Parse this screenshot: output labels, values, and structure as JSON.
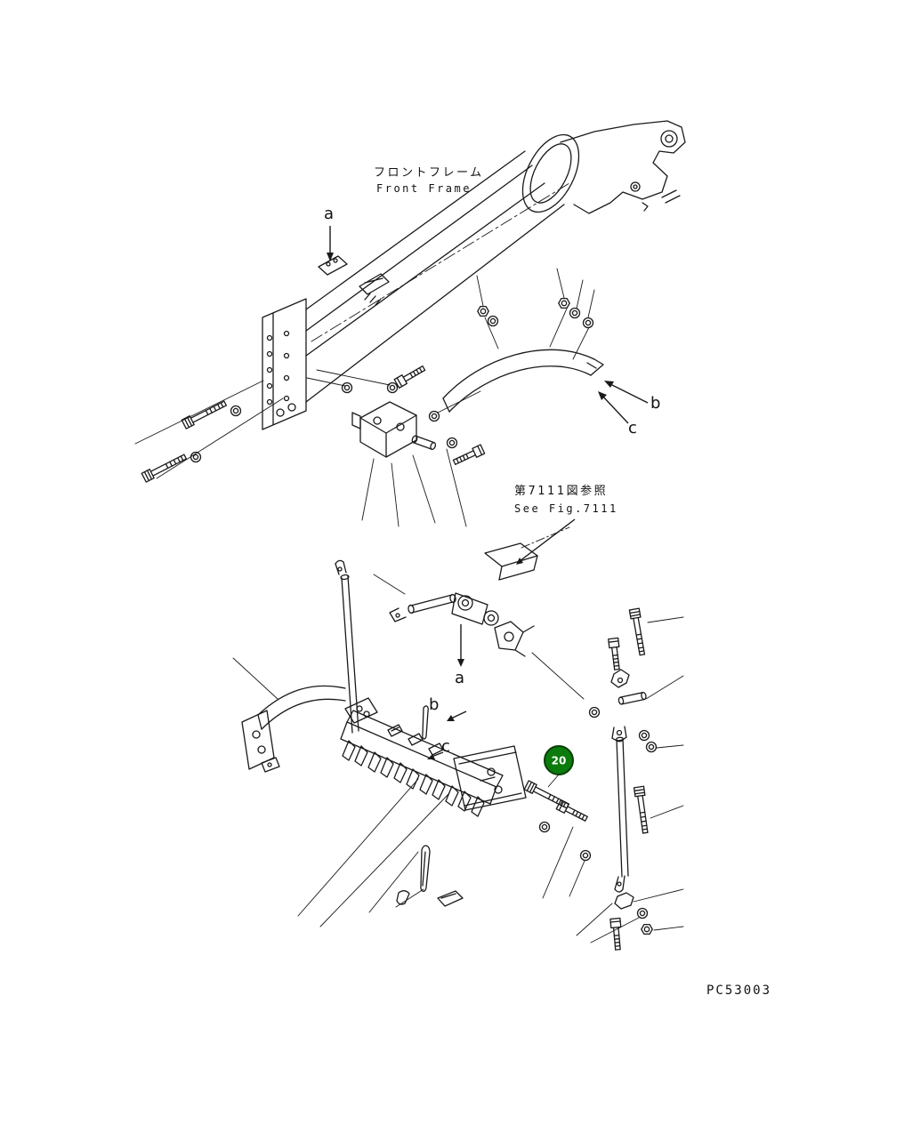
{
  "page": {
    "background": "#ffffff",
    "line_color": "#1a1a1a",
    "drawing_code": "PC53003"
  },
  "labels": {
    "front_frame_jp": "フロントフレーム",
    "front_frame_en": "Front Frame",
    "see_fig_jp": "第7111図参照",
    "see_fig_en": "See Fig.7111"
  },
  "callouts": {
    "top_a": "a",
    "top_b": "b",
    "top_c": "c",
    "bottom_a": "a",
    "bottom_b": "b",
    "bottom_c": "c"
  },
  "part_badge": {
    "number": "20",
    "fill": "#0b7b0b",
    "border": "#063f06",
    "text_color": "#ffffff"
  }
}
